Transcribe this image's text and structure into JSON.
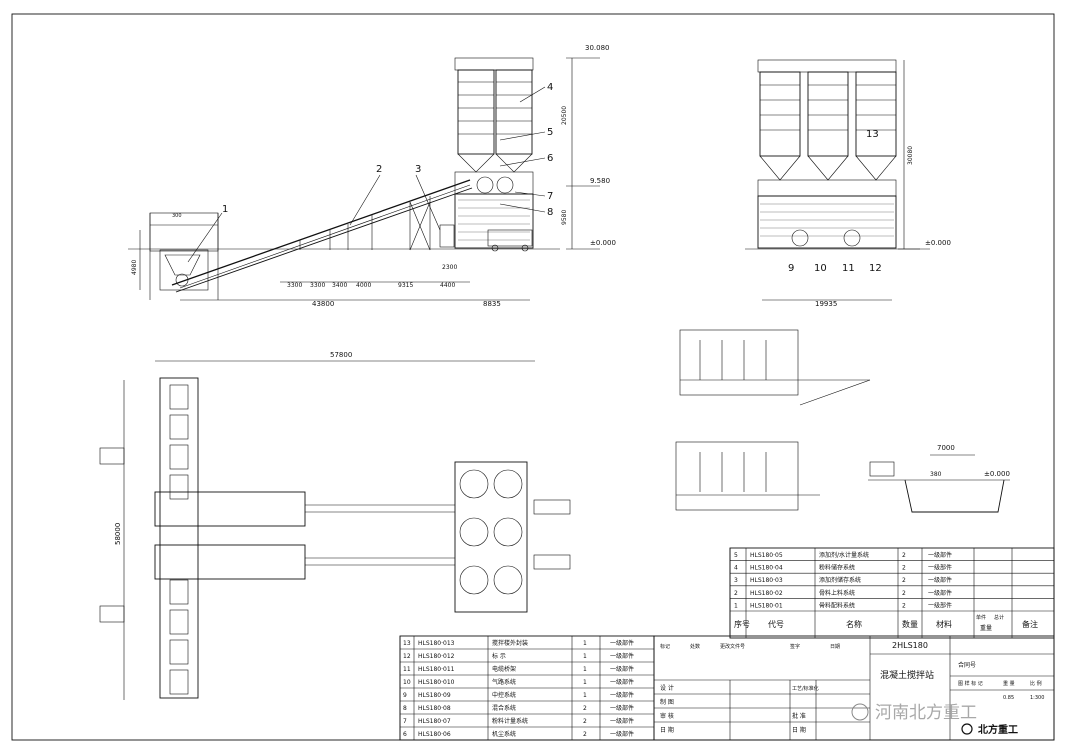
{
  "elevation_labels": {
    "top": "30.080",
    "mid": "9.580",
    "ground_a": "±0.000",
    "ground_b": "±0.000",
    "pit": "±0.000"
  },
  "side_view": {
    "callouts": [
      "1",
      "2",
      "3",
      "4",
      "5",
      "6",
      "7",
      "8"
    ],
    "vertical_dims": [
      "20500",
      "9580",
      "4980"
    ],
    "horizontal_dims": [
      "3300",
      "3300",
      "3400",
      "4000",
      "9315",
      "2300",
      "4400"
    ],
    "overall": [
      "43800",
      "8835"
    ],
    "small": [
      "300"
    ]
  },
  "front_view": {
    "callouts": [
      "9",
      "10",
      "11",
      "12",
      "13"
    ],
    "vertical_dims": [
      "30080"
    ],
    "overall": "19935"
  },
  "plan_view": {
    "overall_width": "57800",
    "overall_height": "58000"
  },
  "pit_view": {
    "width": "7000",
    "depth": "380"
  },
  "parts_upper": [
    {
      "no": "5",
      "code": "HLS180·05",
      "name": "添加剂/水计量系统",
      "qty": "2",
      "note": "一级部件"
    },
    {
      "no": "4",
      "code": "HLS180·04",
      "name": "粉料储存系统",
      "qty": "2",
      "note": "一级部件"
    },
    {
      "no": "3",
      "code": "HLS180·03",
      "name": "添加剂储存系统",
      "qty": "2",
      "note": "一级部件"
    },
    {
      "no": "2",
      "code": "HLS180·02",
      "name": "骨料上料系统",
      "qty": "2",
      "note": "一级部件"
    },
    {
      "no": "1",
      "code": "HLS180·01",
      "name": "骨料配料系统",
      "qty": "2",
      "note": "一级部件"
    }
  ],
  "parts_header": {
    "no": "序号",
    "code": "代号",
    "name": "名称",
    "qty": "数量",
    "material": "材料",
    "unit_weight": "单件",
    "total_weight": "总计",
    "weight": "重量",
    "remark": "备注"
  },
  "parts_lower": [
    {
      "no": "13",
      "code": "HLS180·013",
      "name": "搅拌楼外封装",
      "qty": "1",
      "note": "一级部件"
    },
    {
      "no": "12",
      "code": "HLS180·012",
      "name": "标  示",
      "qty": "1",
      "note": "一级部件"
    },
    {
      "no": "11",
      "code": "HLS180·011",
      "name": "电缆桥架",
      "qty": "1",
      "note": "一级部件"
    },
    {
      "no": "10",
      "code": "HLS180·010",
      "name": "气路系统",
      "qty": "1",
      "note": "一级部件"
    },
    {
      "no": "9",
      "code": "HLS180·09",
      "name": "中控系统",
      "qty": "1",
      "note": "一级部件"
    },
    {
      "no": "8",
      "code": "HLS180·08",
      "name": "混合系统",
      "qty": "2",
      "note": "一级部件"
    },
    {
      "no": "7",
      "code": "HLS180·07",
      "name": "粉料计量系统",
      "qty": "2",
      "note": "一级部件"
    },
    {
      "no": "6",
      "code": "HLS180·06",
      "name": "机尘系统",
      "qty": "2",
      "note": "一级部件"
    }
  ],
  "title_block": {
    "model": "2HLS180",
    "title": "混凝土搅拌站",
    "contract": "合同号",
    "rows": [
      "标记",
      "处数",
      "更改文件号",
      "签字",
      "日期"
    ],
    "roles": [
      "设 计",
      "制 图",
      "审 核",
      "日 期"
    ],
    "roles_right": [
      "工艺/标准化",
      "批 准",
      "日 期"
    ],
    "stage": [
      "图 样 标 记",
      "重 量",
      "比 例"
    ],
    "scale": "1:300",
    "weight": "0.85"
  },
  "watermark": {
    "wechat": "河南北方重工",
    "brand": "北方重工"
  }
}
